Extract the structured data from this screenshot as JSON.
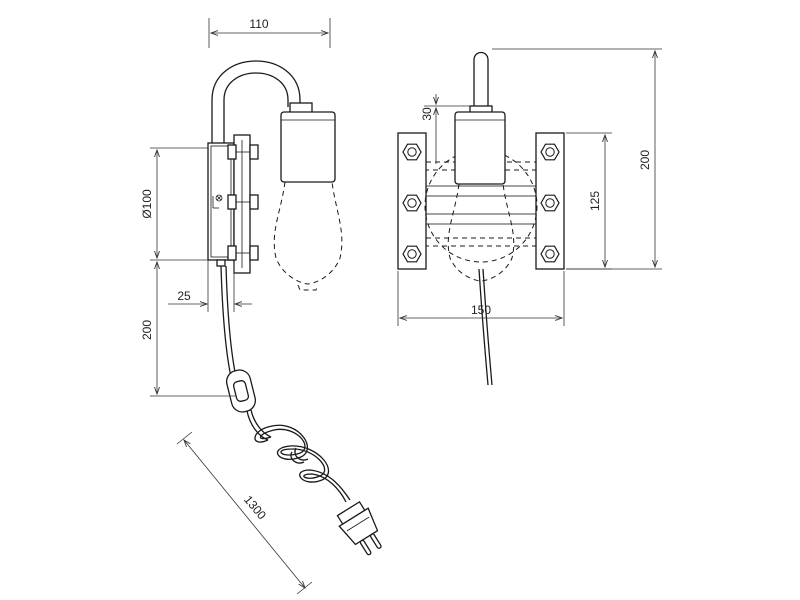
{
  "dimensions": {
    "arm_depth": "110",
    "base_diameter": "Ø100",
    "cable_offset": "25",
    "cable_drop": "200",
    "cable_length": "1300",
    "holder_offset": "30",
    "base_width": "150",
    "base_height": "125",
    "total_height": "200"
  },
  "colors": {
    "line": "#1a1a1a",
    "background": "#ffffff"
  },
  "icons": {
    "switch": "cable-switch-icon",
    "plug": "euro-plug-icon"
  }
}
